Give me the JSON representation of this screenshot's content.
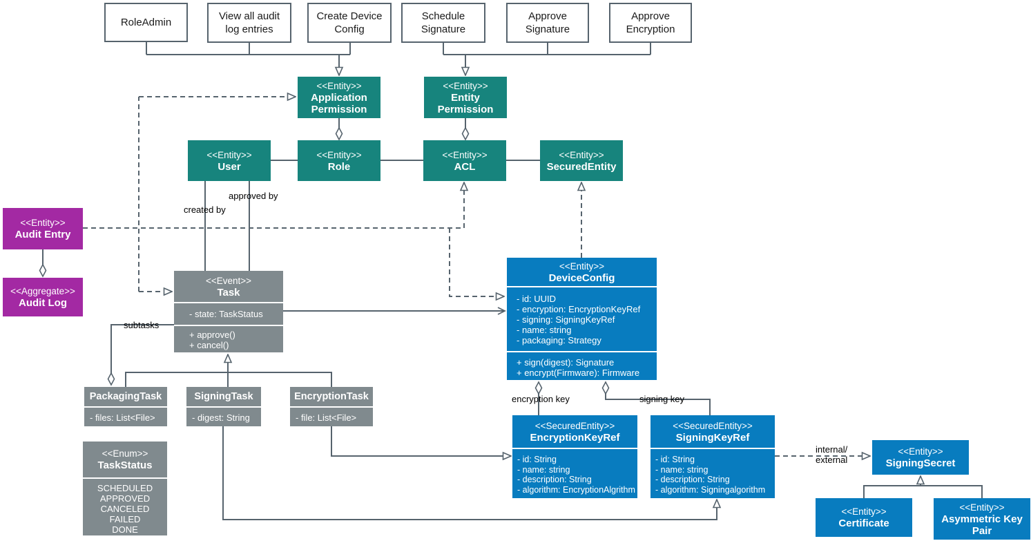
{
  "colors": {
    "entity_teal": "#17847D",
    "audit_purple": "#A329A3",
    "device_blue": "#087CBF",
    "task_gray": "#808A8E",
    "line": "#56636D",
    "usecase_bg": "#FFFFFF"
  },
  "usecases": [
    {
      "label": "RoleAdmin"
    },
    {
      "label": "View all audit log entries"
    },
    {
      "label": "Create Device Config"
    },
    {
      "label": "Schedule Signature"
    },
    {
      "label": "Approve Signature"
    },
    {
      "label": "Approve Encryption"
    }
  ],
  "nodes": {
    "application_permission": {
      "stereotype": "<<Entity>>",
      "name": "Application Permission"
    },
    "entity_permission": {
      "stereotype": "<<Entity>>",
      "name": "Entity Permission"
    },
    "user": {
      "stereotype": "<<Entity>>",
      "name": "User"
    },
    "role": {
      "stereotype": "<<Entity>>",
      "name": "Role"
    },
    "acl": {
      "stereotype": "<<Entity>>",
      "name": "ACL"
    },
    "secured_entity": {
      "stereotype": "<<Entity>>",
      "name": "SecuredEntity"
    },
    "audit_entry": {
      "stereotype": "<<Entity>>",
      "name": "Audit Entry"
    },
    "audit_log": {
      "stereotype": "<<Aggregate>>",
      "name": "Audit Log"
    },
    "task": {
      "stereotype": "<<Event>>",
      "name": "Task",
      "attributes": [
        "- state: TaskStatus"
      ],
      "methods": [
        "+ approve()",
        "+ cancel()"
      ]
    },
    "packaging_task": {
      "name": "PackagingTask",
      "attributes": [
        "- files: List<File>"
      ]
    },
    "signing_task": {
      "name": "SigningTask",
      "attributes": [
        "- digest: String"
      ]
    },
    "encryption_task": {
      "name": "EncryptionTask",
      "attributes": [
        "- file: List<File>"
      ]
    },
    "task_status": {
      "stereotype": "<<Enum>>",
      "name": "TaskStatus",
      "values": [
        "SCHEDULED",
        "APPROVED",
        "CANCELED",
        "FAILED",
        "DONE"
      ]
    },
    "device_config": {
      "stereotype": "<<Entity>>",
      "name": "DeviceConfig",
      "attributes": [
        "- id: UUID",
        "- encryption: EncryptionKeyRef",
        "- signing: SigningKeyRef",
        "- name: string",
        "- packaging: Strategy"
      ],
      "methods": [
        "+ sign(digest): Signature",
        "+ encrypt(Firmware): Firmware"
      ]
    },
    "encryption_key_ref": {
      "stereotype": "<<SecuredEntity>>",
      "name": "EncryptionKeyRef",
      "attributes": [
        "- id: String",
        "- name: string",
        "- description: String",
        "- algorithm: EncryptionAlgrithm"
      ]
    },
    "signing_key_ref": {
      "stereotype": "<<SecuredEntity>>",
      "name": "SigningKeyRef",
      "attributes": [
        "- id: String",
        "- name: string",
        "- description: String",
        "- algorithm: Signingalgorithm"
      ]
    },
    "signing_secret": {
      "stereotype": "<<Entity>>",
      "name": "SigningSecret"
    },
    "certificate": {
      "stereotype": "<<Entity>>",
      "name": "Certificate"
    },
    "asymmetric_key_pair": {
      "stereotype": "<<Entity>>",
      "name": "Asymmetric Key Pair"
    }
  },
  "edge_labels": {
    "created_by": "created by",
    "approved_by": "approved by",
    "subtasks": "subtasks",
    "encryption_key": "encryption key",
    "signing_key": "signing key",
    "internal_external": "internal/\nexternal"
  }
}
